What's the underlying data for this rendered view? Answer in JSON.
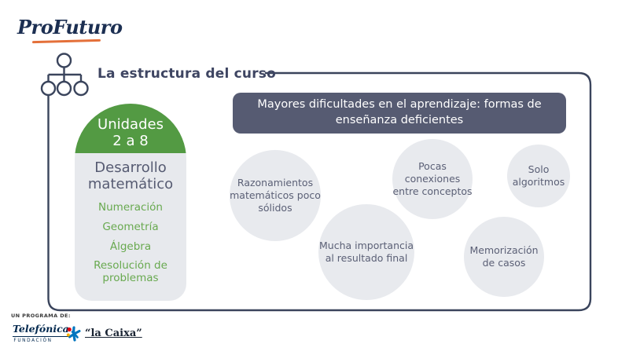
{
  "brand": {
    "logo_text": "ProFuturo",
    "navy": "#1c2f52",
    "accent_orange": "#e4703a"
  },
  "title": "La estructura del curso",
  "unit_card": {
    "badge_lines": [
      "Unidades",
      "2 a 8"
    ],
    "heading": "Desarrollo matemático",
    "items": [
      "Numeración",
      "Geometría",
      "Álgebra",
      "Resolución de problemas"
    ],
    "badge_green": "#539a43",
    "item_green": "#68a94f",
    "body_gray": "#e7e9ed"
  },
  "difficulties": {
    "header_lines": [
      "Mayores dificultades en el aprendizaje: formas de",
      "enseñanza deficientes"
    ],
    "header_bg": "#565b72",
    "bubble_bg": "#e8eaee",
    "bubbles": [
      {
        "label": "Razonamientos matemáticos poco sólidos"
      },
      {
        "label": "Pocas conexiones entre conceptos"
      },
      {
        "label": "Solo algoritmos"
      },
      {
        "label": "Mucha importancia al resultado final"
      },
      {
        "label": "Memorización de casos"
      }
    ]
  },
  "frame": {
    "border_color": "#3a445c"
  },
  "footer": {
    "program_label": "UN PROGRAMA DE:",
    "telefonica": "Telefónica",
    "fundacion": "FUNDACIÓN",
    "lacaixa": "“la Caixa”"
  }
}
